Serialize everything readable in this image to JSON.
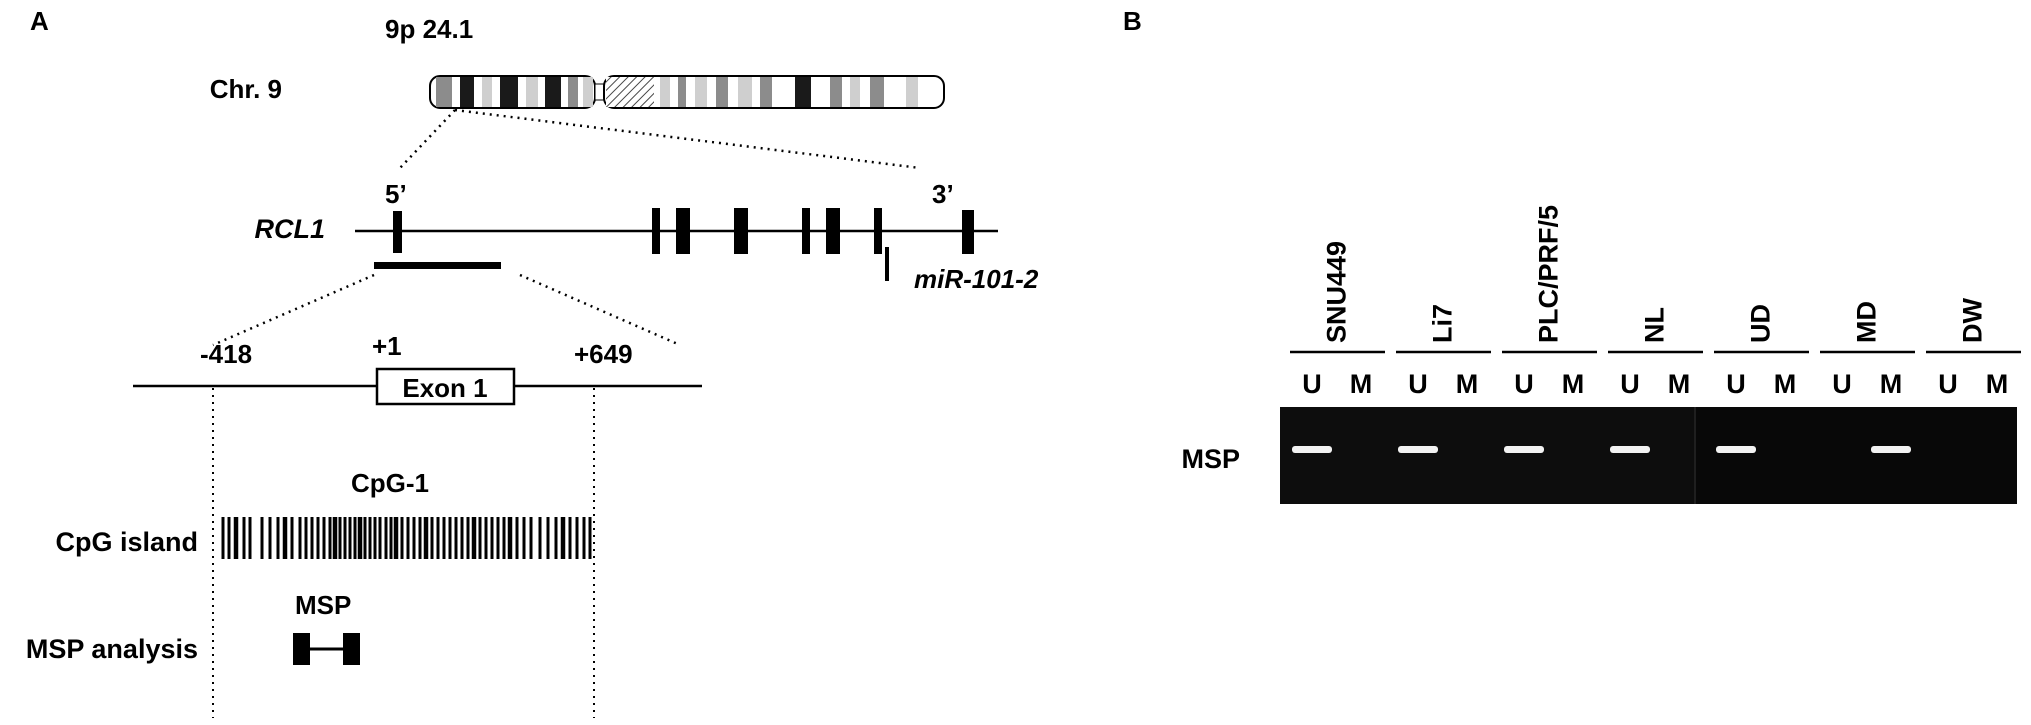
{
  "panel_a": {
    "panel_label": "A",
    "band": "9p 24.1",
    "chromosome": "Chr. 9",
    "gene": "RCL1",
    "five_prime": "5’",
    "three_prime": "3’",
    "mirna": "miR-101-2",
    "pos_start": "-418",
    "pos_tss": "+1",
    "pos_end": "+649",
    "exon": "Exon 1",
    "cpg_name": "CpG-1",
    "cpg_row": "CpG island",
    "msp_name": "MSP",
    "msp_row": "MSP analysis"
  },
  "panel_b": {
    "panel_label": "B",
    "row_label": "MSP",
    "samples": [
      {
        "name": "SNU449",
        "lanes": [
          "U",
          "M"
        ],
        "band": "U"
      },
      {
        "name": "Li7",
        "lanes": [
          "U",
          "M"
        ],
        "band": "U"
      },
      {
        "name": "PLC/PRF/5",
        "lanes": [
          "U",
          "M"
        ],
        "band": "U"
      },
      {
        "name": "NL",
        "lanes": [
          "U",
          "M"
        ],
        "band": "U"
      },
      {
        "name": "UD",
        "lanes": [
          "U",
          "M"
        ],
        "band": "U"
      },
      {
        "name": "MD",
        "lanes": [
          "U",
          "M"
        ],
        "band": "M"
      },
      {
        "name": "DW",
        "lanes": [
          "U",
          "M"
        ],
        "band": ""
      }
    ]
  },
  "colors": {
    "ink": "#000000",
    "gel_background": "#0d0d0d",
    "gel_band": "#f2f2f2",
    "chromosome_dark": "#1a1a1a",
    "chromosome_mid": "#8c8c8c",
    "chromosome_light": "#cfcfcf"
  }
}
